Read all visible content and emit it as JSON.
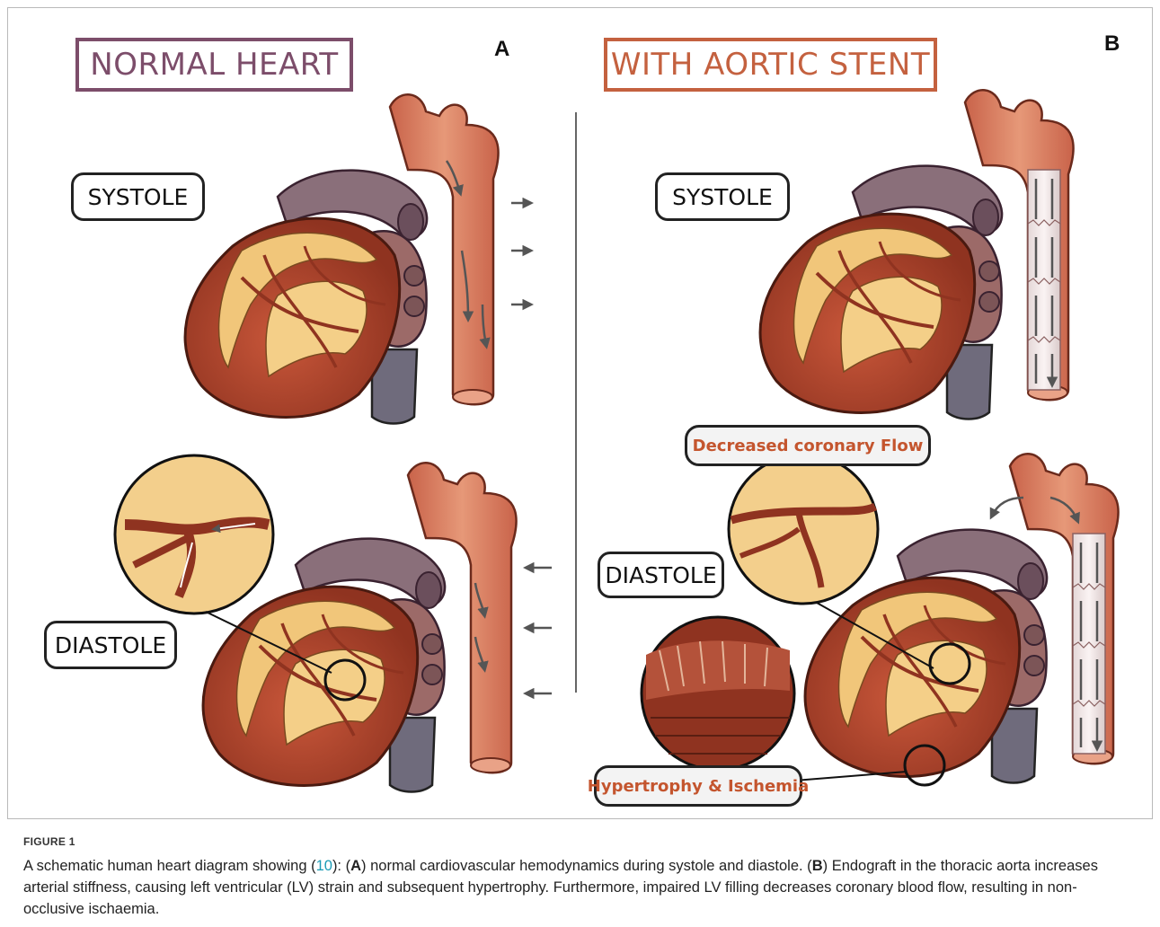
{
  "panels": {
    "a": {
      "title": "NORMAL HEART",
      "letter": "A",
      "systole": "SYSTOLE",
      "diastole": "DIASTOLE"
    },
    "b": {
      "title": "WITH AORTIC STENT",
      "letter": "B",
      "systole": "SYSTOLE",
      "diastole": "DIASTOLE",
      "callout_flow": "Decreased coronary Flow",
      "callout_hypertrophy": "Hypertrophy & Ischemia"
    }
  },
  "caption": {
    "label": "FIGURE 1",
    "t1": "A schematic human heart diagram showing (",
    "ref": "10",
    "t2": "): (",
    "a": "A",
    "t3": ") normal cardiovascular hemodynamics during systole and diastole. (",
    "b": "B",
    "t4": ") Endograft in the thoracic aorta increases arterial stiffness, causing left ventricular (LV) strain and subsequent hypertrophy. Furthermore, impaired LV filling decreases coronary blood flow, resulting in non-occlusive ischaemia."
  },
  "colors": {
    "normal": "#7c4d6a",
    "stent": "#c4613f",
    "myocardium": "#b8462e",
    "fat": "#f1c67a",
    "aorta": "#d9775a"
  }
}
